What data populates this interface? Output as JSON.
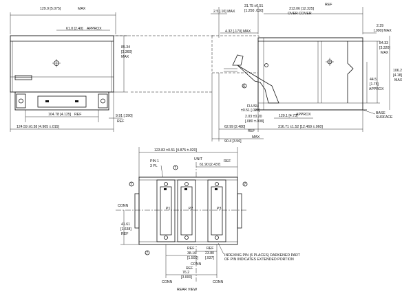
{
  "front_view": {
    "width_top": "129.9 [5.075]",
    "max_top": "MAX",
    "offset_center": "61.0 [2.40]",
    "offset_approx": "APPROX",
    "height": "85.34",
    "height_in": "[3.360]",
    "height_max": "MAX",
    "base_width": "104.78 [4.125]",
    "base_ref": "REF",
    "width_bottom": "124.59 ±0.38 [4.905 ±.015]",
    "side_offset": "9.91 [.390]",
    "side_ref": "REF"
  },
  "side_view": {
    "flange_max": "2.5 [.10] MAX",
    "flange_tol": "31.75 ±0.51",
    "flange_tol_in": "[1.250 .020]",
    "over_cover": "313.06 [12.325]",
    "over_cover_ref": "REF",
    "over_cover_label": "OVER COVER",
    "top_gap": "2.29",
    "top_gap_in": "[.090] MAX",
    "lever_offset": "4.32 [.170] MAX",
    "height_right": "84.33",
    "height_right_in": "[3.320]",
    "height_right_max": "MAX",
    "overall_height": "106.2",
    "overall_height_in": "[4.18]",
    "overall_height_max": "MAX",
    "mid_height": "44.5",
    "mid_height_in": "[1.75]",
    "mid_height_approx": "APPROX",
    "callout_6": "6",
    "flush": "FLUSH",
    "flush_tol": "±0.51 [.020]",
    "step_a": "2.03 ±0.20",
    "step_a_in": "[.080 ±.008]",
    "step_b": "120.1 [4.73]",
    "step_b_approx": "APPROX",
    "base_surface": "BASE",
    "base_surface_2": "SURFACE",
    "depth_a": "62.99 [2.480]",
    "depth_a_ref": "REF",
    "depth_b": "316.71 ±1.52 [12.469 ±.060]",
    "depth_total": "90.4 [3.56]",
    "depth_total_max": "MAX"
  },
  "rear_view": {
    "width": "123.83 ±0.51 [4.875 ±.020]",
    "pin_label": "PIN 1",
    "pin_count": "3 PL",
    "callout_7": "7",
    "unit": "UNIT",
    "unit_offset": "61.90 [2.437]",
    "unit_offset_ref": "REF",
    "conn_left": "CONN",
    "p1": "P1",
    "p2": "P2",
    "p3": "P3",
    "height": "41.61",
    "height_in": "[1.638]",
    "height_ref": "REF",
    "pitch_a_ref": "REF",
    "pitch_a": "38.10",
    "pitch_a_in": "[1.500]",
    "pitch_b_ref": "REF",
    "pitch_b": "23.80",
    "pitch_b_in": "[.937]",
    "index_note_1": "INDEXING PIN (6 PLACES) DARKENED PART",
    "index_note_2": "OF PIN INDICATES EXTENDED PORTION",
    "conn_c": "CONN",
    "span_ref": "REF",
    "span": "76.2",
    "span_in": "[3.000]",
    "conn_l": "CONN",
    "conn_r": "CONN",
    "view_title": "REAR VIEW"
  }
}
